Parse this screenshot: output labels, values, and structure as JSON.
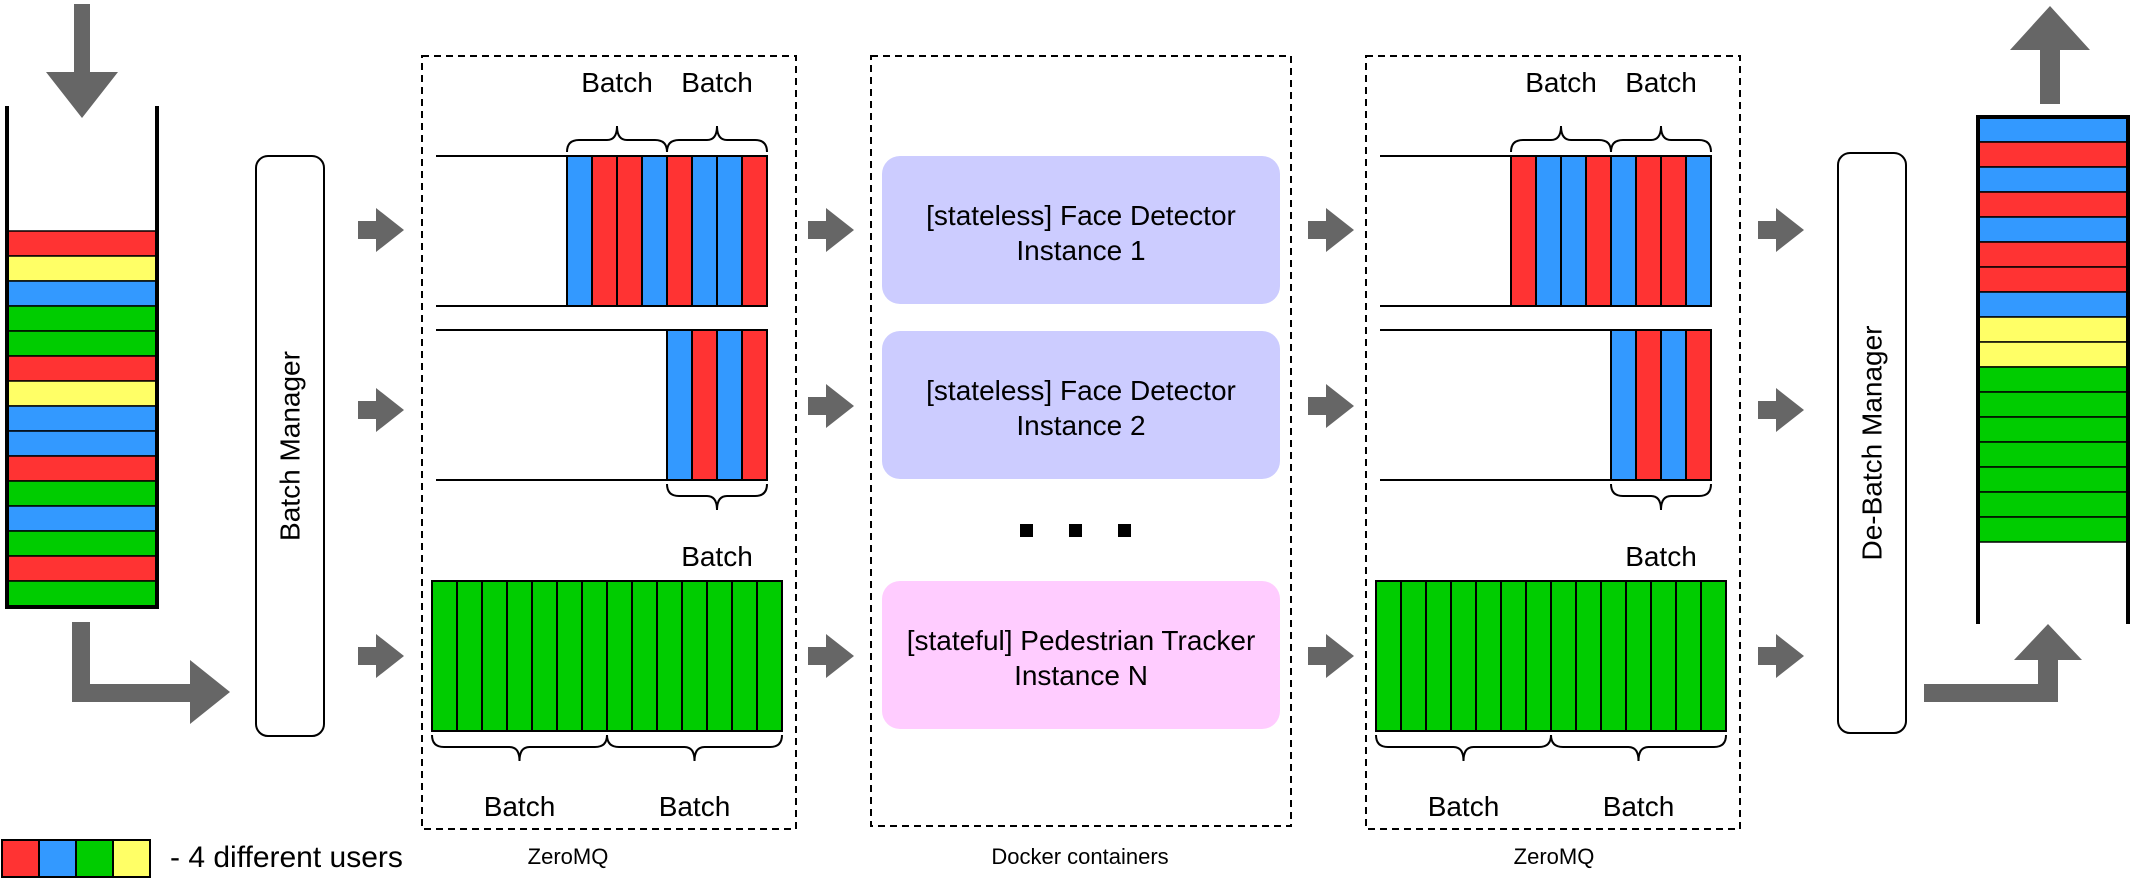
{
  "colors": {
    "red": "#ff3333",
    "blue": "#3399ff",
    "green": "#00cc00",
    "yellow": "#ffff66",
    "arrow": "#666666",
    "stateless_fill": "#ccccff",
    "stateful_fill": "#ffccff"
  },
  "input_queue": [
    "red",
    "yellow",
    "blue",
    "green",
    "green",
    "red",
    "yellow",
    "blue",
    "blue",
    "red",
    "green",
    "blue",
    "green",
    "red",
    "green"
  ],
  "output_queue": [
    "blue",
    "red",
    "blue",
    "red",
    "blue",
    "red",
    "red",
    "blue",
    "yellow",
    "yellow",
    "green",
    "green",
    "green",
    "green",
    "green",
    "green",
    "green"
  ],
  "batch_manager": {
    "label": "Batch Manager"
  },
  "debatch_manager": {
    "label": "De-Batch Manager"
  },
  "zeromq_left": {
    "caption": "ZeroMQ",
    "q1": [
      "blue",
      "red",
      "red",
      "blue",
      "red",
      "blue",
      "blue",
      "red"
    ],
    "q2": [
      "blue",
      "red",
      "blue",
      "red"
    ],
    "q3_count": 14
  },
  "zeromq_right": {
    "caption": "ZeroMQ",
    "q1": [
      "red",
      "blue",
      "blue",
      "red",
      "blue",
      "red",
      "red",
      "blue"
    ],
    "q2": [
      "blue",
      "red",
      "blue",
      "red"
    ],
    "q3_count": 14
  },
  "batch_label": "Batch",
  "docker": {
    "caption": "Docker containers",
    "instances": [
      {
        "line1": "[stateless] Face Detector",
        "line2": "Instance 1"
      },
      {
        "line1": "[stateless] Face Detector",
        "line2": "Instance 2"
      },
      {
        "line1": "[stateful] Pedestrian Tracker",
        "line2": "Instance N"
      }
    ]
  },
  "legend": {
    "swatches": [
      "red",
      "blue",
      "green",
      "yellow"
    ],
    "label": "- 4 different users"
  }
}
